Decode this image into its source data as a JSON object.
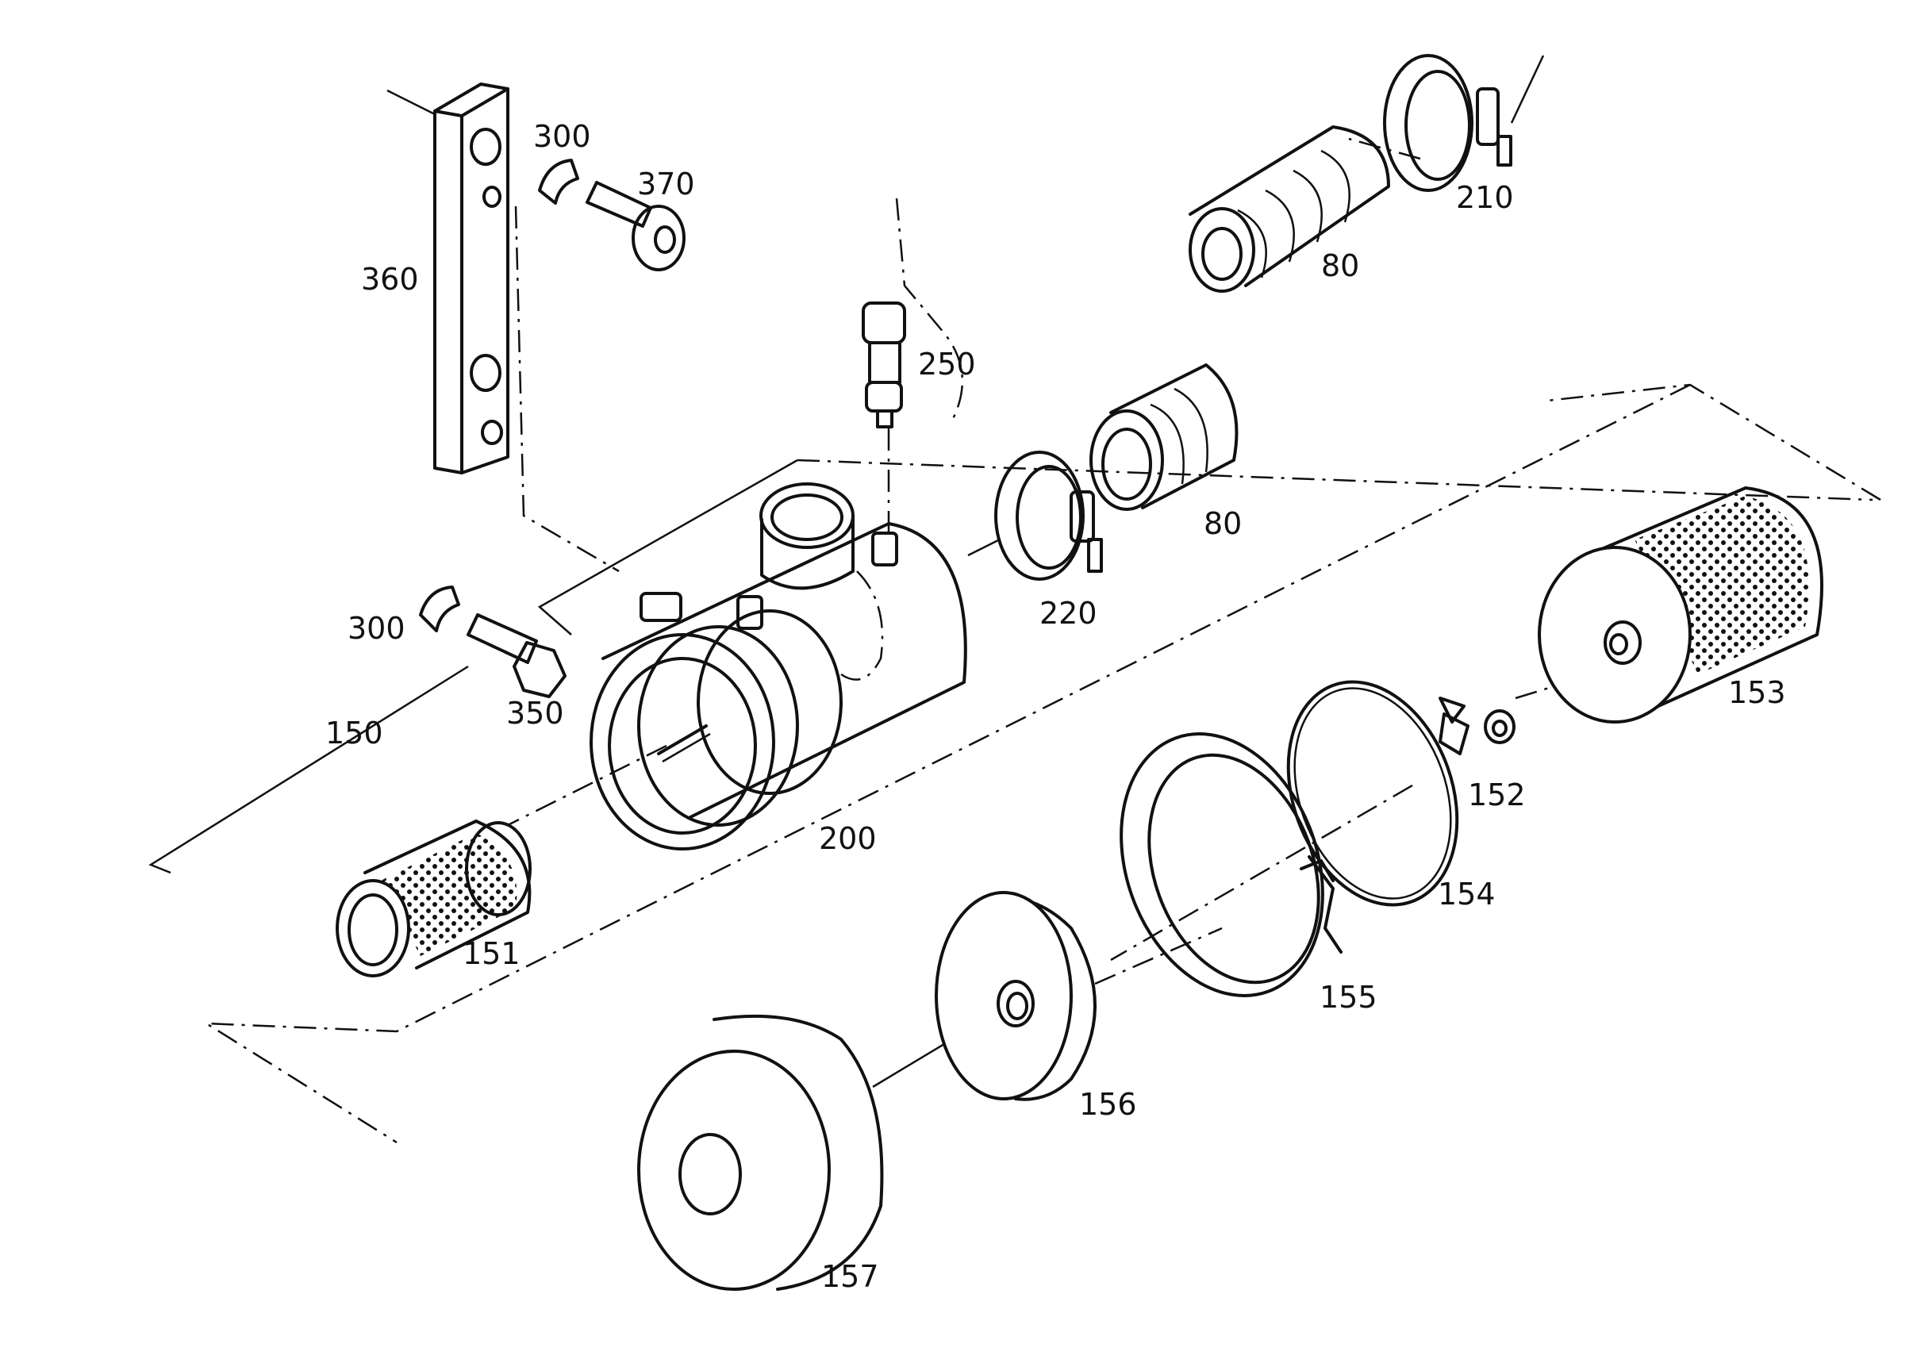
{
  "callouts": [
    {
      "id": "lbl-300a",
      "text": "300"
    },
    {
      "id": "lbl-370",
      "text": "370"
    },
    {
      "id": "lbl-360",
      "text": "360"
    },
    {
      "id": "lbl-250",
      "text": "250"
    },
    {
      "id": "lbl-80a",
      "text": "80"
    },
    {
      "id": "lbl-210",
      "text": "210"
    },
    {
      "id": "lbl-80b",
      "text": "80"
    },
    {
      "id": "lbl-220",
      "text": "220"
    },
    {
      "id": "lbl-300b",
      "text": "300"
    },
    {
      "id": "lbl-350",
      "text": "350"
    },
    {
      "id": "lbl-150",
      "text": "150"
    },
    {
      "id": "lbl-200",
      "text": "200"
    },
    {
      "id": "lbl-151",
      "text": "151"
    },
    {
      "id": "lbl-153",
      "text": "153"
    },
    {
      "id": "lbl-152",
      "text": "152"
    },
    {
      "id": "lbl-154",
      "text": "154"
    },
    {
      "id": "lbl-155",
      "text": "155"
    },
    {
      "id": "lbl-156",
      "text": "156"
    },
    {
      "id": "lbl-157",
      "text": "157"
    }
  ]
}
